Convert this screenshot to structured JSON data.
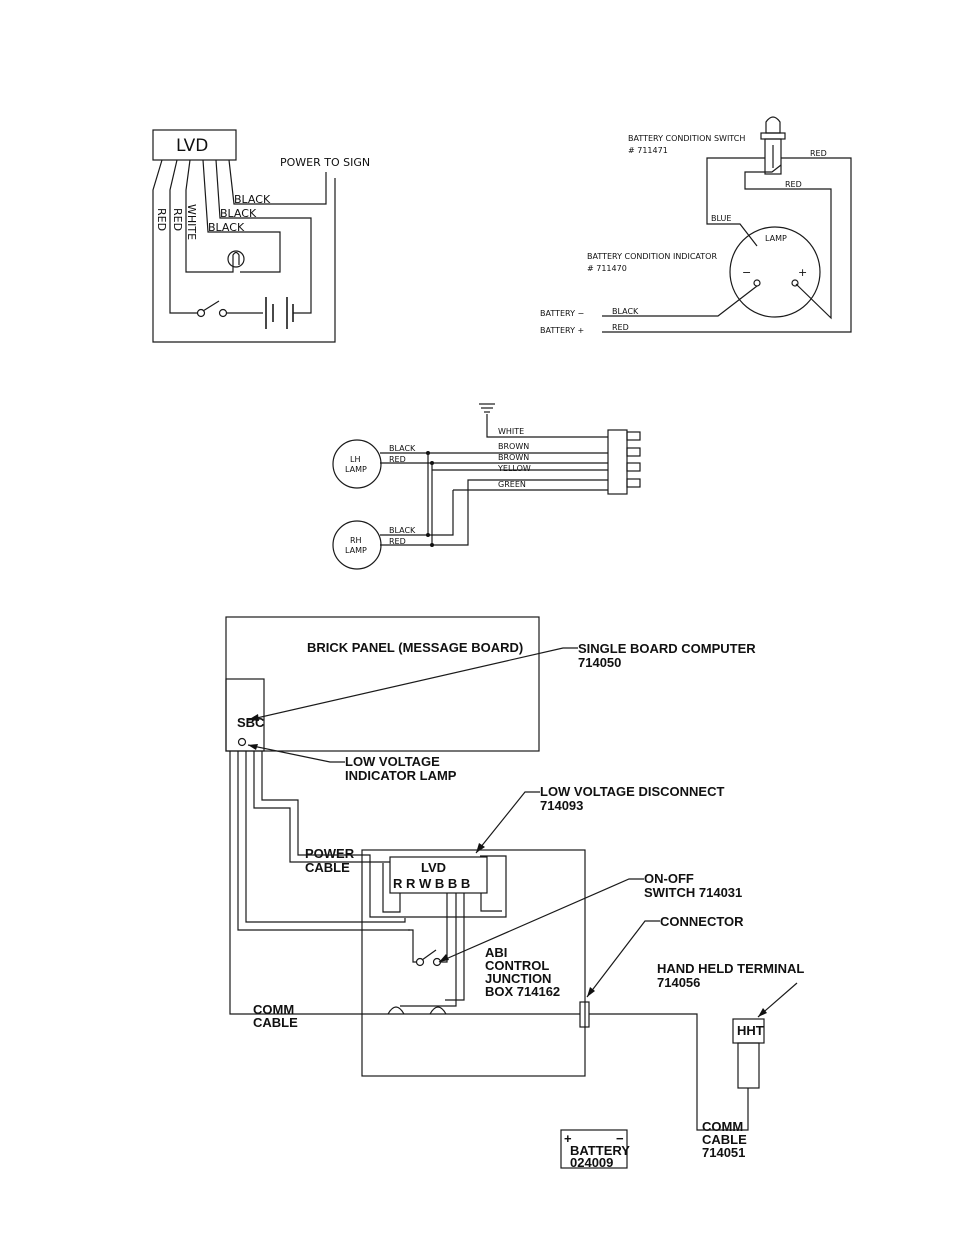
{
  "diagram1": {
    "lvd_label": "LVD",
    "power_label": "POWER  TO  SIGN",
    "wire_black": "BLACK",
    "wire_red": "RED",
    "wire_white": "WHITE"
  },
  "diagram2": {
    "switch_title": "BATTERY  CONDITION  SWITCH",
    "switch_num": "#  711471",
    "indicator_title": "BATTERY  CONDITION  INDICATOR",
    "indicator_num": "#  711470",
    "lamp": "LAMP",
    "red": "RED",
    "blue": "BLUE",
    "black": "BLACK",
    "minus": "−",
    "plus": "+",
    "batt_minus": "BATTERY  −",
    "batt_plus": "BATTERY  +"
  },
  "diagram3": {
    "lh_l1": "LH",
    "lh_l2": "LAMP",
    "rh_l1": "RH",
    "rh_l2": "LAMP",
    "black": "BLACK",
    "red": "RED",
    "white": "WHITE",
    "brown": "BROWN",
    "yellow": "YELLOW",
    "green": "GREEN"
  },
  "diagram4": {
    "panel": "BRICK PANEL (MESSAGE BOARD)",
    "sbc": "SBC",
    "sbc_callout_1": "SINGLE BOARD COMPUTER",
    "sbc_callout_2": "714050",
    "lamp_callout_1": "LOW VOLTAGE",
    "lamp_callout_2": "INDICATOR LAMP",
    "lvd_callout_1": "LOW VOLTAGE DISCONNECT",
    "lvd_callout_2": "714093",
    "power_cable_1": "POWER",
    "power_cable_2": "CABLE",
    "lvd": "LVD",
    "terminals": "R R  W  B  B  B",
    "onoff_1": "ON-OFF",
    "onoff_2": "SWITCH 714031",
    "connector": "CONNECTOR",
    "abi_1": "ABI",
    "abi_2": "CONTROL",
    "abi_3": "JUNCTION",
    "abi_4": "BOX 714162",
    "hht_title_1": "HAND HELD TERMINAL",
    "hht_title_2": "714056",
    "hht": "HHT",
    "comm_1": "COMM",
    "comm_2": "CABLE",
    "comm2_3": "714051",
    "battery_plus": "+",
    "battery_minus": "−",
    "battery_1": "BATTERY",
    "battery_2": "024009"
  }
}
